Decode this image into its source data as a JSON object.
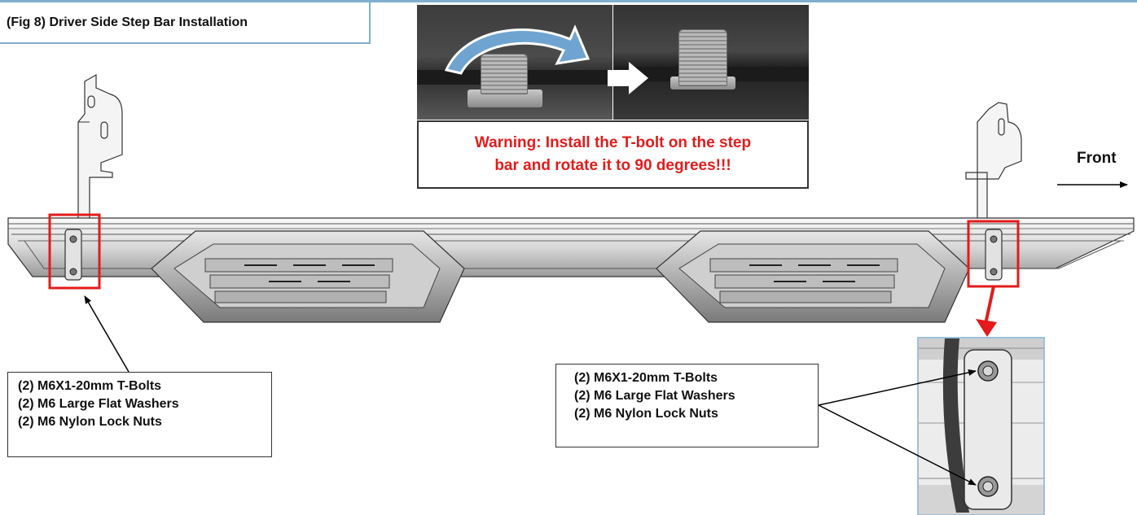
{
  "figure": {
    "title": "(Fig 8) Driver Side Step Bar Installation",
    "warning_line1": "Warning: Install the T-bolt on the step",
    "warning_line2": "bar and rotate it to 90 degrees!!!",
    "direction_label": "Front",
    "hardware_left": [
      "(2) M6X1-20mm T-Bolts",
      "(2) M6 Large Flat Washers",
      "(2) M6 Nylon Lock Nuts"
    ],
    "hardware_right": [
      "(2) M6X1-20mm T-Bolts",
      "(2) M6 Large Flat Washers",
      "(2) M6 Nylon Lock Nuts"
    ]
  },
  "colors": {
    "accent_border": "#7fb0cf",
    "highlight_red": "#e31b1b",
    "warning_text": "#e31b1b"
  },
  "icons": [
    "rotate-arrow-icon",
    "right-arrow-icon",
    "front-arrow-icon"
  ]
}
